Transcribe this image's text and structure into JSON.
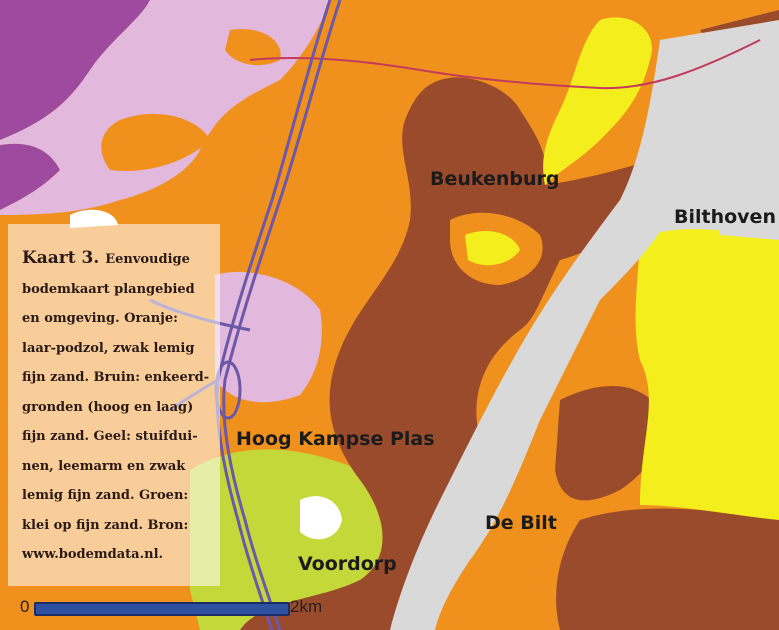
{
  "map": {
    "colors": {
      "orange": "#f0911e",
      "brown": "#9a4b2c",
      "yellow": "#f3ee1c",
      "green": "#c5d83a",
      "lilac": "#e2b8dc",
      "purple": "#9d4a9f",
      "gray": "#d9d9d9",
      "road": "#6c58a8",
      "rail": "#c43a5a"
    },
    "places": {
      "beukenburg": "Beukenburg",
      "bilthoven": "Bilthoven",
      "hoog_kampse_plas": "Hoog Kampse Plas",
      "de_bilt": "De Bilt",
      "voordorp": "Voordorp"
    },
    "caption": {
      "heading": "Kaart 3.",
      "text": "Eenvoudige bodemkaart plangebied en omgeving. Oranje: laar-podzol, zwak lemig fijn zand. Bruin: enkeerd-gronden (hoog en laag) fijn zand. Geel: stuifdui-nen, leemarm en zwak lemig fijn zand. Groen: klei op fijn  zand. Bron: www.bodemdata.nl."
    },
    "scale_bar": {
      "zero": "0",
      "label": "2km"
    }
  }
}
